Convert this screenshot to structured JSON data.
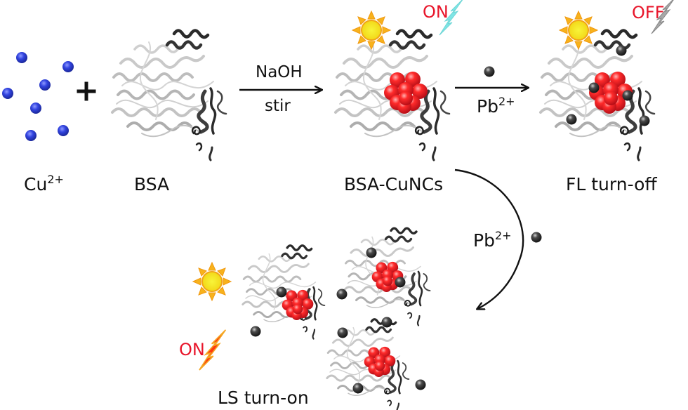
{
  "figure": {
    "type": "reaction-scheme",
    "background": "#ffffff"
  },
  "reactants": {
    "copper_ion": {
      "label": "Cu",
      "charge": "2+",
      "color": "#2b3fd6",
      "count": 7
    },
    "plus_sign": "+",
    "protein": {
      "label": "BSA"
    }
  },
  "step1": {
    "reagent_above": "NaOH",
    "condition_below": "stir"
  },
  "product1": {
    "label": "BSA-CuNCs",
    "emission_state": "ON",
    "emission_color": "#7fe5e5",
    "cluster_color": "#e8152a"
  },
  "step2": {
    "reagent_label": "Pb",
    "reagent_charge": "2+",
    "lead_ion_color": "#3a3a3a"
  },
  "product2": {
    "label": "FL turn-off",
    "emission_state": "OFF",
    "emission_color": "#a8a8a8"
  },
  "step3": {
    "reagent_label": "Pb",
    "reagent_charge": "2+"
  },
  "product3": {
    "label": "LS turn-on",
    "emission_state": "ON",
    "emission_color": "#ff3a10"
  },
  "colors": {
    "state_text": "#e8152a",
    "sun_fill": "#f5ec2a",
    "sun_rays": "#f7b21c",
    "arrow": "#111111"
  }
}
